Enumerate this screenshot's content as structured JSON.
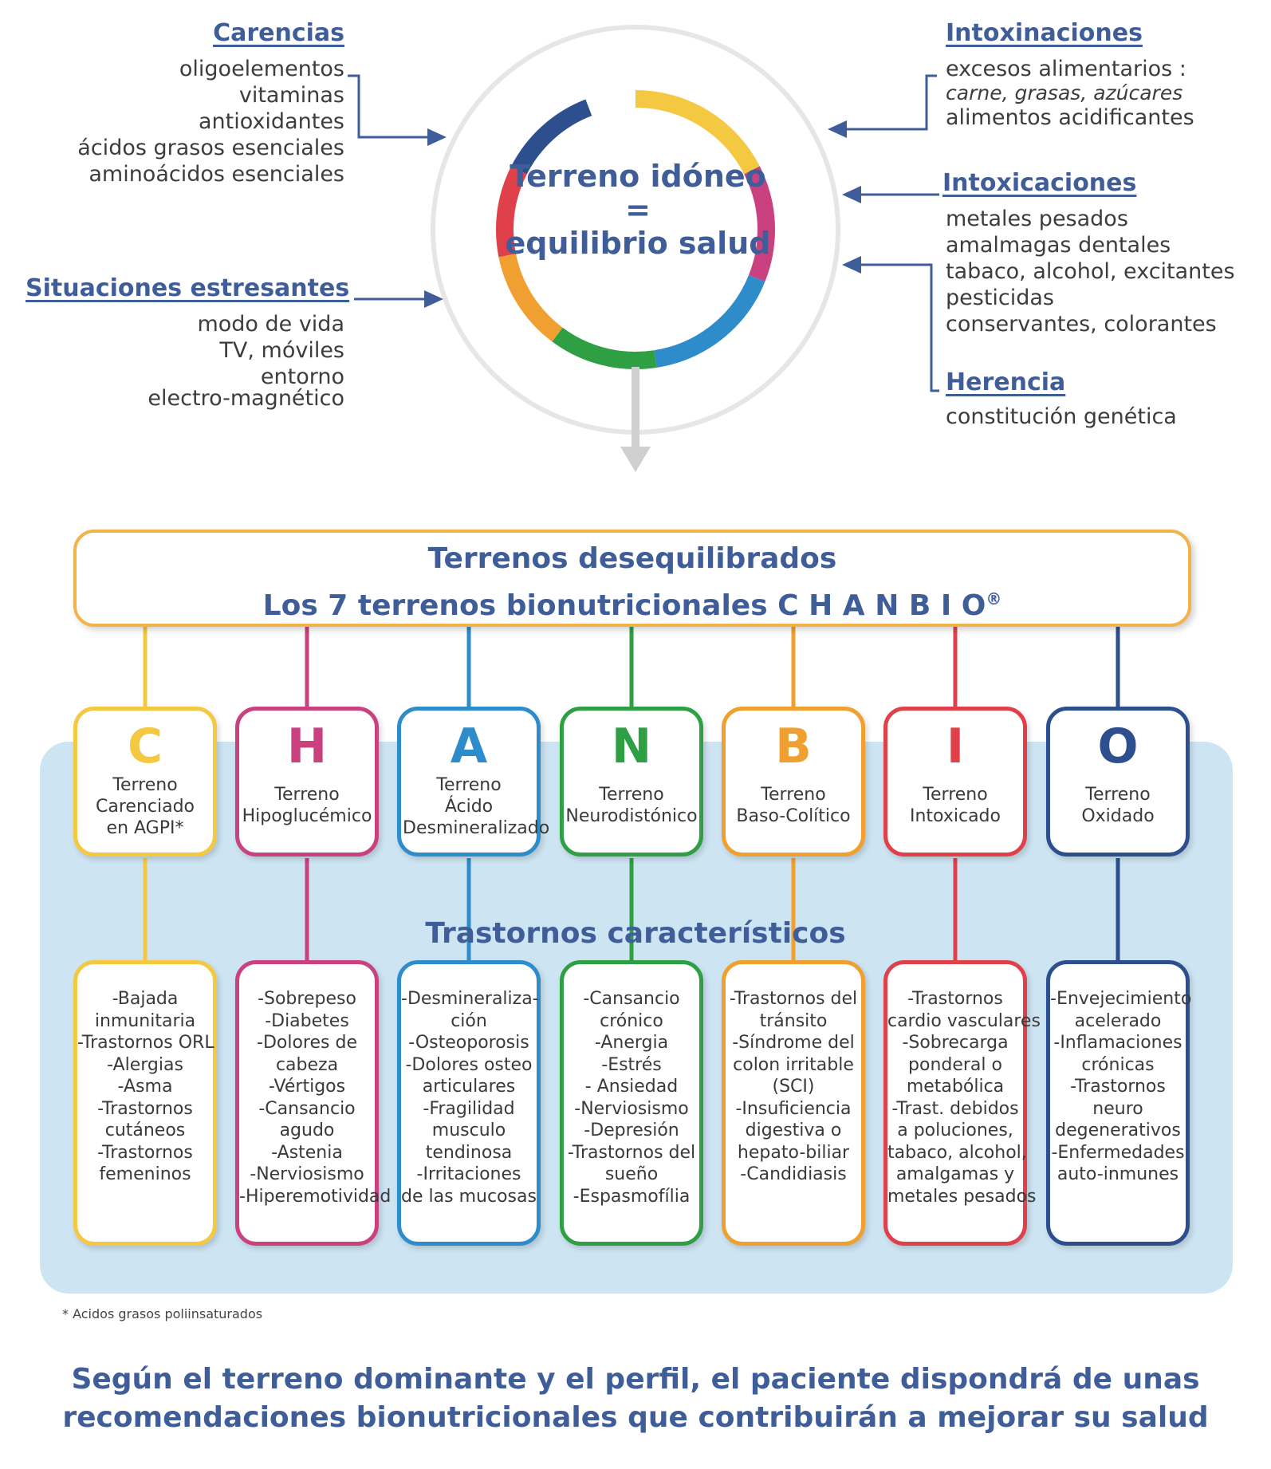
{
  "top": {
    "center": {
      "line1": "Terreno idóneo",
      "line2": "=",
      "line3": "equilibrio salud"
    },
    "carencias": {
      "title": "Carencias",
      "items": [
        "oligoelementos",
        "vitaminas",
        "antioxidantes",
        "ácidos grasos esenciales",
        "aminoácidos esenciales"
      ]
    },
    "situaciones": {
      "title": "Situaciones estresantes",
      "items": [
        "modo de vida",
        "TV, móviles",
        "entorno",
        "electro-magnético"
      ]
    },
    "intoxinaciones": {
      "title": "Intoxinaciones",
      "items": [
        "excesos alimentarios :",
        "carne, grasas, azúcares",
        "alimentos acidificantes"
      ]
    },
    "intoxicaciones": {
      "title": "Intoxicaciones",
      "items": [
        "metales pesados",
        "amalmagas dentales",
        "tabaco, alcohol, excitantes",
        "pesticidas",
        "conservantes, colorantes"
      ]
    },
    "herencia": {
      "title": "Herencia",
      "items": [
        "constitución genética"
      ]
    }
  },
  "header": {
    "line1": "Terrenos desequilibrados",
    "line2": "Los 7 terrenos bionutricionales C H A N B I O",
    "registered": "®"
  },
  "trastornos_title": "Trastornos característicos",
  "colors": {
    "C": "#f5c842",
    "H": "#c9417e",
    "A": "#2d8cc9",
    "N": "#2ea043",
    "B": "#f0a030",
    "I": "#e0404a",
    "O": "#2d4f8e"
  },
  "terrains": [
    {
      "letter": "C",
      "label": [
        "Terreno",
        "Carenciado",
        "en AGPI*"
      ],
      "disorders": [
        "-Bajada",
        "inmunitaria",
        "-Trastornos ORL",
        "-Alergias",
        "-Asma",
        "-Trastornos",
        "cutáneos",
        "-Trastornos",
        "femeninos"
      ]
    },
    {
      "letter": "H",
      "label": [
        "Terreno",
        "Hipoglucémico"
      ],
      "disorders": [
        "-Sobrepeso",
        "-Diabetes",
        "-Dolores de",
        "cabeza",
        "-Vértigos",
        "-Cansancio",
        "agudo",
        "-Astenia",
        "-Nerviosismo",
        "-Hiperemotividad"
      ]
    },
    {
      "letter": "A",
      "label": [
        "Terreno",
        "Ácido",
        "Desmineralizado"
      ],
      "disorders": [
        "-Desmineraliza-",
        "ción",
        "-Osteoporosis",
        "-Dolores osteo",
        "articulares",
        "-Fragilidad",
        "musculo",
        "tendinosa",
        "-Irritaciones",
        "de las mucosas"
      ]
    },
    {
      "letter": "N",
      "label": [
        "Terreno",
        "Neurodistónico"
      ],
      "disorders": [
        "-Cansancio",
        "crónico",
        "-Anergia",
        "-Estrés",
        "- Ansiedad",
        "-Nerviosismo",
        "-Depresión",
        "-Trastornos del",
        "sueño",
        "-Espasmofília"
      ]
    },
    {
      "letter": "B",
      "label": [
        "Terreno",
        "Baso-Colítico"
      ],
      "disorders": [
        "-Trastornos del",
        "tránsito",
        "-Síndrome del",
        "colon irritable",
        "(SCI)",
        "-Insuficiencia",
        "digestiva o",
        "hepato-biliar",
        "-Candidiasis"
      ]
    },
    {
      "letter": "I",
      "label": [
        "Terreno",
        "Intoxicado"
      ],
      "disorders": [
        "-Trastornos",
        "cardio vasculares",
        "-Sobrecarga",
        "ponderal o",
        "metabólica",
        "-Trast. debidos",
        "a poluciones,",
        "tabaco, alcohol,",
        "amalgamas y",
        "metales pesados"
      ]
    },
    {
      "letter": "O",
      "label": [
        "Terreno",
        "Oxidado"
      ],
      "disorders": [
        "-Envejecimiento",
        "acelerado",
        "-Inflamaciones",
        "crónicas",
        "-Trastornos",
        "neuro",
        "degenerativos",
        "-Enfermedades",
        "auto-inmunes"
      ]
    }
  ],
  "footnote": "* Acidos grasos poliinsaturados",
  "closing": {
    "line1": "Según el terreno dominante y el perfil, el paciente dispondrá de unas",
    "line2": "recomendaciones bionutricionales que contribuirán a mejorar su salud"
  }
}
